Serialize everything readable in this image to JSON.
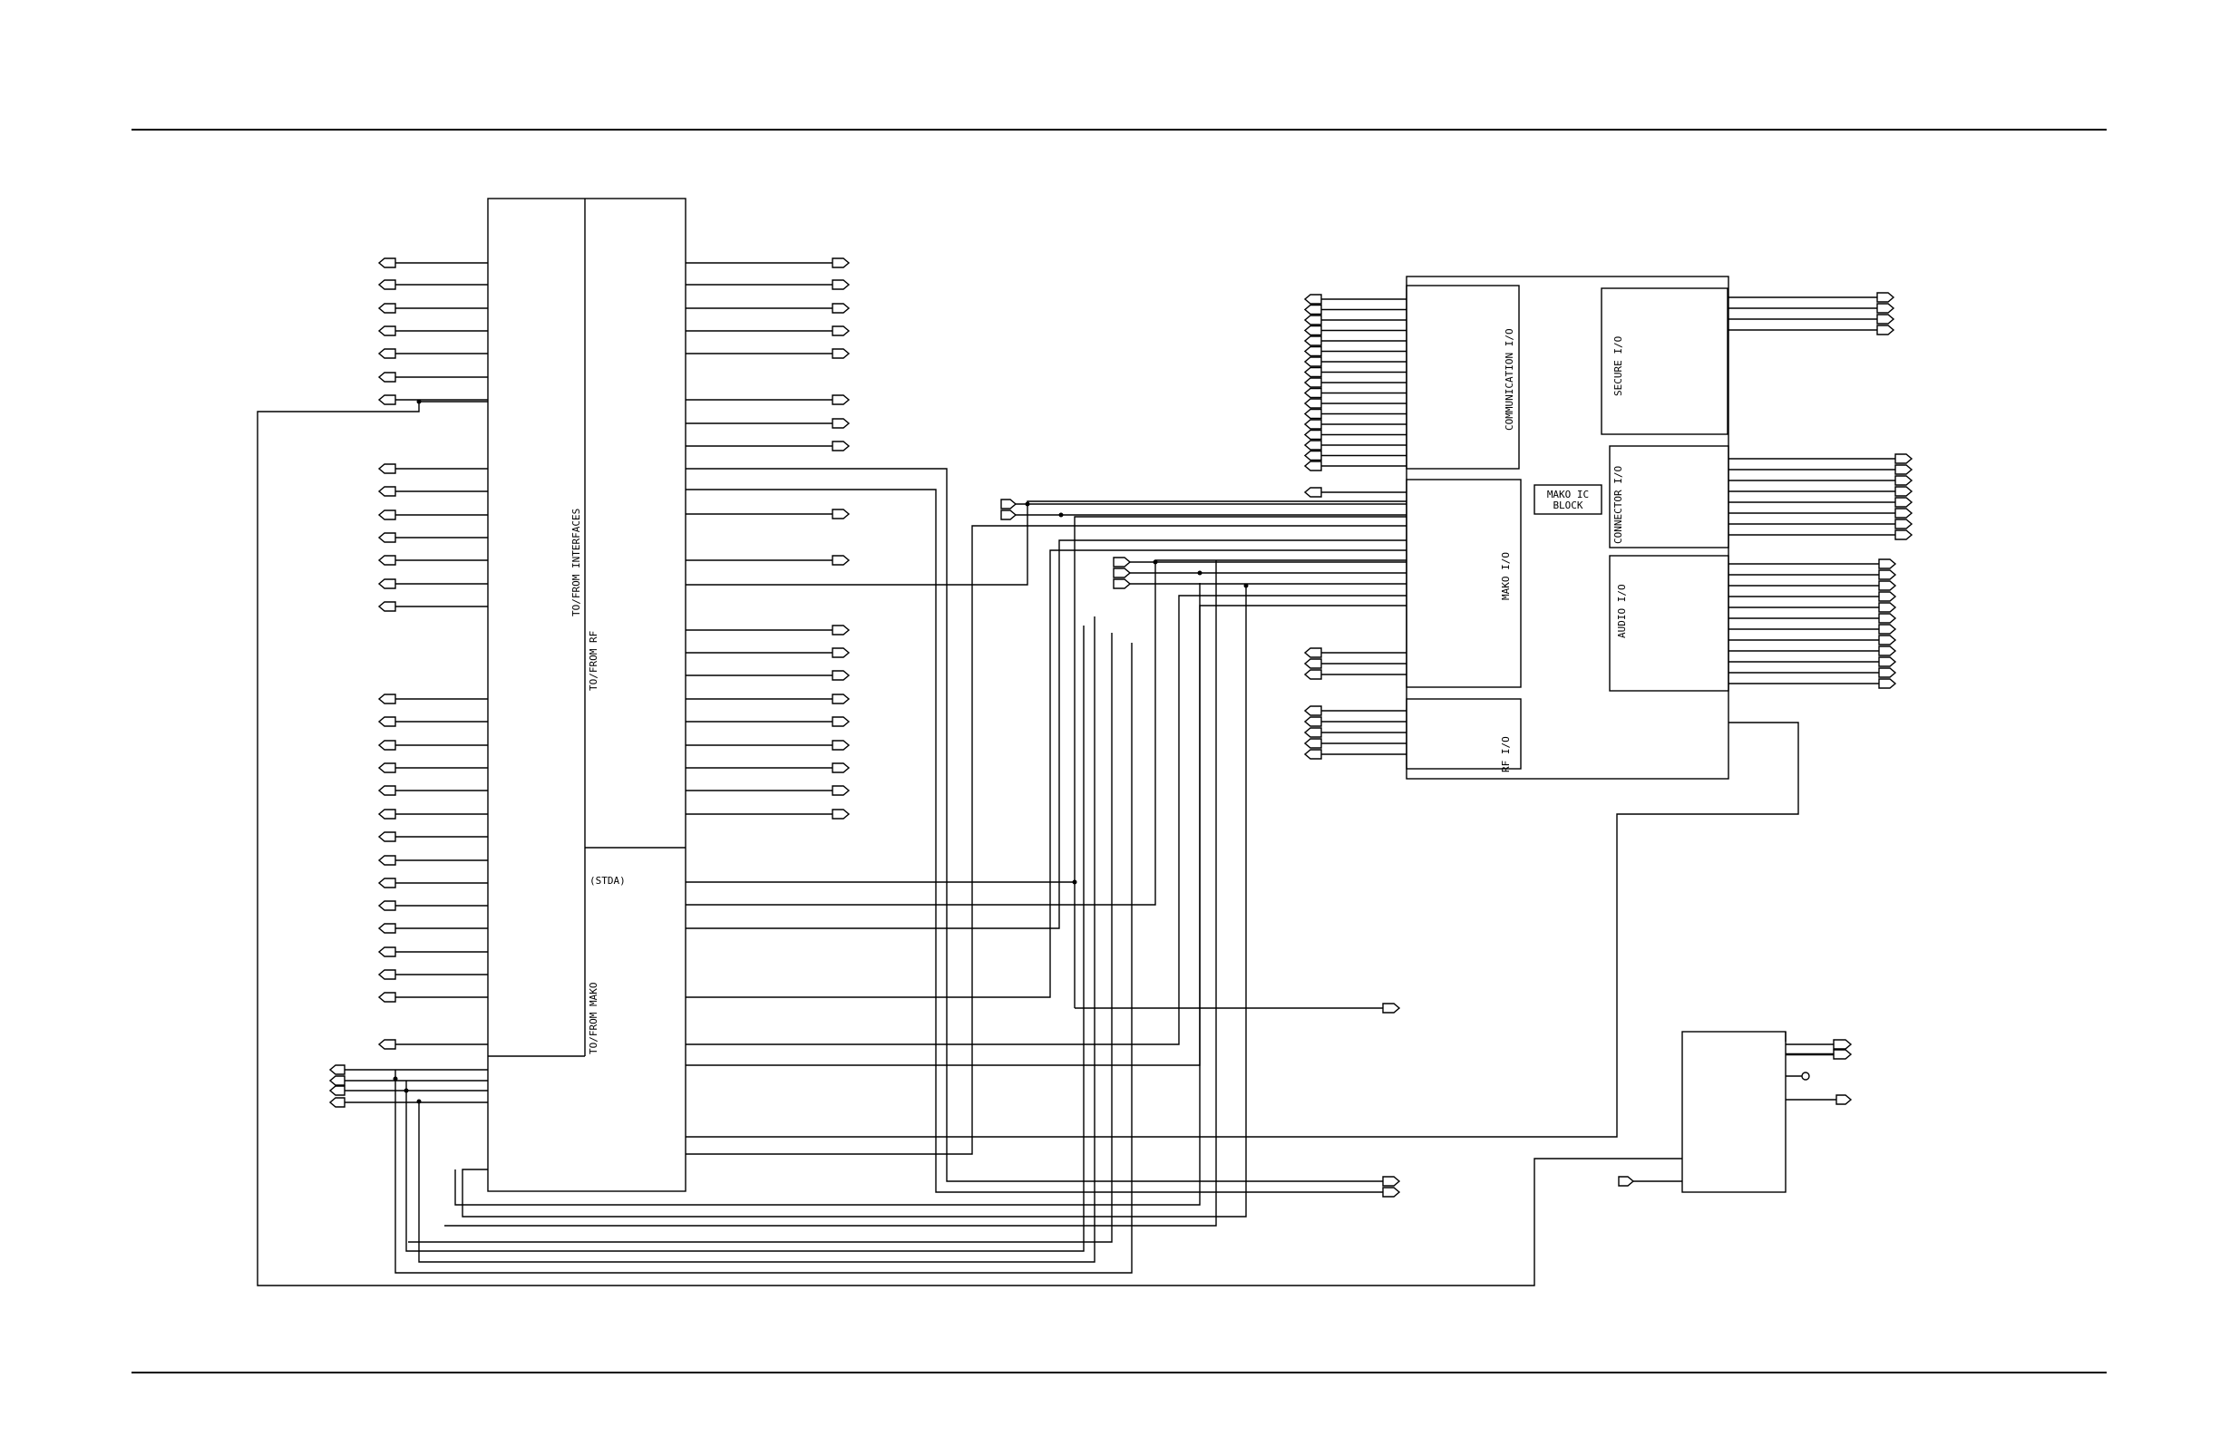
{
  "labels": {
    "to_from_interfaces": "TO/FROM INTERFACES",
    "to_from_rf": "TO/FROM RF",
    "to_from_mako": "TO/FROM MAKO",
    "stda": "(STDA)",
    "communication_io": "COMMUNICATION I/O",
    "secure_io": "SECURE I/O",
    "connector_io": "CONNECTOR I/O",
    "mako_io": "MAKO I/O",
    "audio_io": "AUDIO I/O",
    "rf_io": "RF I/O",
    "mako_ic_block_line1": "MAKO IC",
    "mako_ic_block_line2": "BLOCK"
  },
  "colors": {
    "line": "#000000",
    "background": "#ffffff"
  }
}
